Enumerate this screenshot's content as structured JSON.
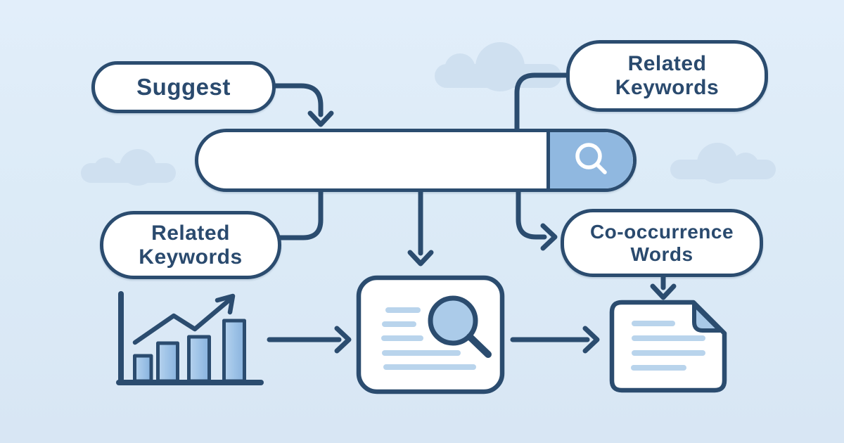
{
  "colors": {
    "background": "#dcebf7",
    "line_navy": "#2b4c6f",
    "text_navy": "#2a4a6e",
    "accent_blue": "#90b8e0",
    "light_blue": "#b9d4ec",
    "cloud": "#cfe0f0",
    "card_white": "#ffffff"
  },
  "pills": {
    "suggest": {
      "label": "Suggest"
    },
    "related_keywords_top": {
      "line1": "Related",
      "line2": "Keywords"
    },
    "related_keywords_left": {
      "line1": "Related",
      "line2": "Keywords"
    },
    "co_occurrence": {
      "line1": "Co-occurrence",
      "line2": "Words"
    }
  },
  "search_bar": {
    "value": "",
    "button_icon": "magnifier-icon"
  },
  "icons": {
    "bar_chart": {
      "name": "bar-chart-trend-icon",
      "bar_heights": [
        36,
        54,
        63,
        86
      ],
      "trend": "up"
    },
    "document_search": {
      "name": "document-search-icon",
      "text_lines": 5
    },
    "document_result": {
      "name": "document-icon",
      "text_lines": 4
    }
  },
  "flow_edges": [
    "suggest -> search-bar",
    "related-keywords-top -> search-bar",
    "search-bar -> related-keywords-left",
    "search-bar -> document-search-card",
    "search-bar -> co-occurrence-words",
    "co-occurrence-words -> document-card",
    "bar-chart-icon -> document-search-card",
    "document-search-card -> document-card"
  ]
}
